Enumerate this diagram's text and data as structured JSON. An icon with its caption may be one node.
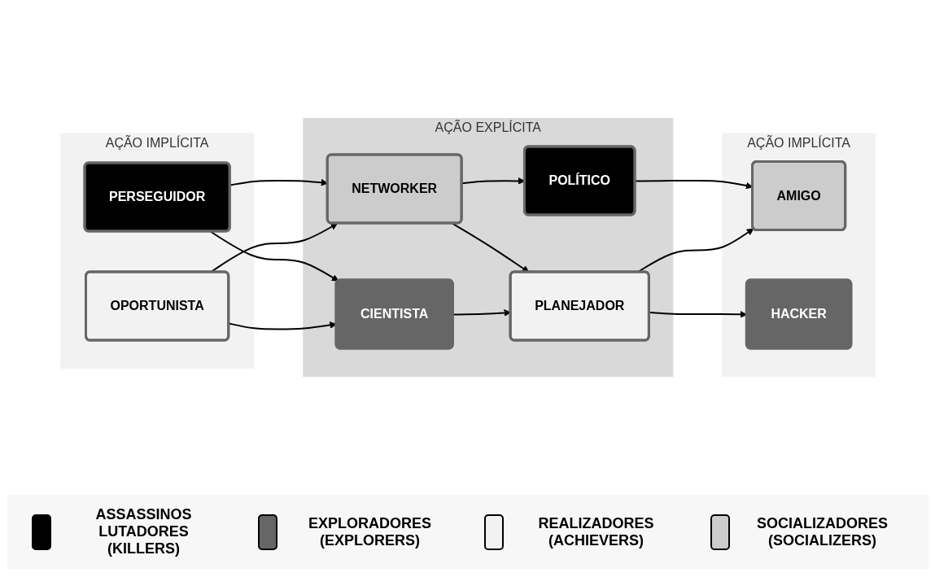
{
  "diagram": {
    "nodes": [
      {
        "text": [
          "AÇÃO IMPLÍCITA"
        ]
      },
      {
        "text": [
          "PERSEGUIDOR"
        ],
        "in": 0
      },
      {
        "text": [
          "OPORTUNISTA"
        ],
        "in": 0
      },
      {
        "text": [
          "AÇÃO EXPLÍCITA"
        ]
      },
      {
        "text": [
          "NETWORKER"
        ],
        "in": 3
      },
      {
        "text": [
          "POLÍTICO"
        ],
        "in": 3
      },
      {
        "text": [
          "CIENTISTA"
        ],
        "in": 3
      },
      {
        "text": [
          "PLANEJADOR"
        ],
        "in": 3
      },
      {
        "text": [
          "AÇÃO IMPLÍCITA"
        ]
      },
      {
        "text": [
          "AMIGO"
        ],
        "in": 8
      },
      {
        "text": [
          "HACKER"
        ],
        "in": 8
      }
    ],
    "edges": [
      {
        "from": 1,
        "to": 4,
        "arrow": "to"
      },
      {
        "from": 1,
        "to": 6,
        "arrow": "to"
      },
      {
        "from": 2,
        "to": 4,
        "arrow": "to"
      },
      {
        "from": 2,
        "to": 6,
        "arrow": "to"
      },
      {
        "from": 4,
        "to": 5,
        "arrow": "to"
      },
      {
        "from": 4,
        "to": 7,
        "arrow": "to"
      },
      {
        "from": 6,
        "to": 7,
        "arrow": "to"
      },
      {
        "from": 5,
        "to": 9,
        "arrow": "to"
      },
      {
        "from": 7,
        "to": 9,
        "arrow": "to"
      },
      {
        "from": 7,
        "to": 10,
        "arrow": "to"
      }
    ],
    "legend": [
      {
        "text": "ASSASSINOS LUTADORES (KILLERS)",
        "color": "#000000"
      },
      {
        "text": "EXPLORADORES (EXPLORERS)",
        "color": "#666666"
      },
      {
        "text": "REALIZADORES (ACHIEVERS)",
        "color": "#f2f2f2"
      },
      {
        "text": "SOCIALIZADORES (SOCIALIZERS)",
        "color": "#cccccc"
      }
    ]
  }
}
